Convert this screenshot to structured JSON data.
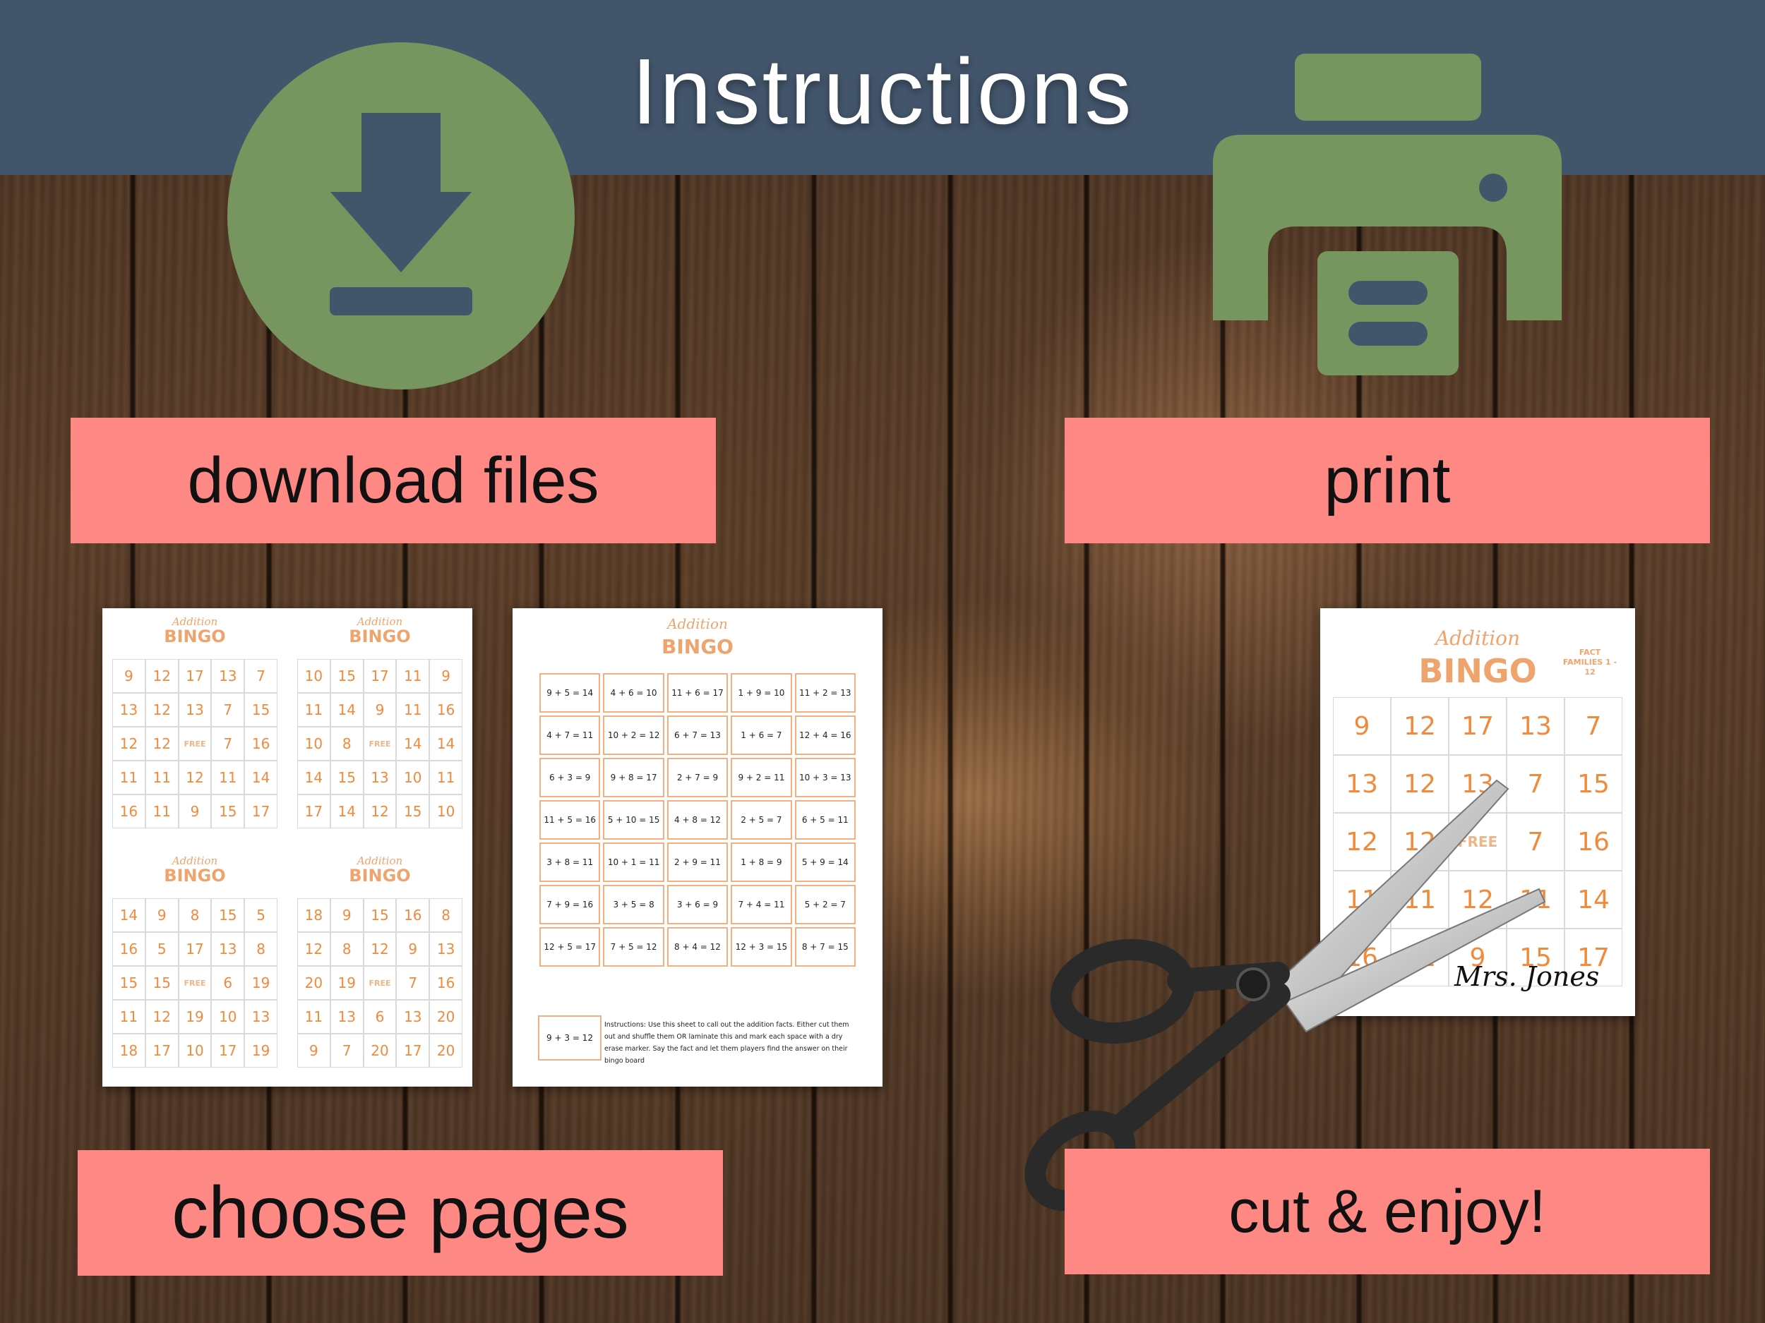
{
  "header": {
    "title": "Instructions"
  },
  "steps": [
    {
      "label": "download files",
      "icon": "download-icon"
    },
    {
      "label": "print",
      "icon": "printer-icon"
    },
    {
      "label": "choose pages",
      "icon": "bingo-sheets"
    },
    {
      "label": "cut & enjoy!",
      "icon": "scissors-icon"
    }
  ],
  "colors": {
    "header": "#43556b",
    "icon_green": "#76955f",
    "label_bg": "#fe8883",
    "bingo_orange": "#f08a3c"
  },
  "bingo": {
    "script_word": "Addition",
    "word": "BINGO",
    "house_text": "FACT FAMILIES 1 - 12",
    "free": "FREE",
    "cards": [
      [
        [
          "9",
          "12",
          "17",
          "13",
          "7"
        ],
        [
          "13",
          "12",
          "13",
          "7",
          "15"
        ],
        [
          "12",
          "12",
          "FREE",
          "7",
          "16"
        ],
        [
          "11",
          "11",
          "12",
          "11",
          "14"
        ],
        [
          "16",
          "11",
          "9",
          "15",
          "17"
        ]
      ],
      [
        [
          "10",
          "15",
          "17",
          "11",
          "9"
        ],
        [
          "11",
          "14",
          "9",
          "11",
          "16"
        ],
        [
          "10",
          "8",
          "FREE",
          "14",
          "14"
        ],
        [
          "14",
          "15",
          "13",
          "10",
          "11"
        ],
        [
          "17",
          "14",
          "12",
          "15",
          "10"
        ]
      ],
      [
        [
          "14",
          "9",
          "8",
          "15",
          "5"
        ],
        [
          "16",
          "5",
          "17",
          "13",
          "8"
        ],
        [
          "15",
          "15",
          "FREE",
          "6",
          "19"
        ],
        [
          "11",
          "12",
          "19",
          "10",
          "13"
        ],
        [
          "18",
          "17",
          "10",
          "17",
          "19"
        ]
      ],
      [
        [
          "18",
          "9",
          "15",
          "16",
          "8"
        ],
        [
          "12",
          "8",
          "12",
          "9",
          "13"
        ],
        [
          "20",
          "19",
          "FREE",
          "7",
          "16"
        ],
        [
          "11",
          "13",
          "6",
          "13",
          "20"
        ],
        [
          "9",
          "7",
          "20",
          "17",
          "20"
        ]
      ]
    ],
    "calls": [
      [
        "9 + 5 = 14",
        "4 + 6 = 10",
        "11 + 6 = 17",
        "1 + 9 = 10",
        "11 + 2 = 13"
      ],
      [
        "4 + 7 = 11",
        "10 + 2 = 12",
        "6 + 7 = 13",
        "1 + 6 = 7",
        "12 + 4 = 16"
      ],
      [
        "6 + 3 = 9",
        "9 + 8 = 17",
        "2 + 7 = 9",
        "9 + 2 = 11",
        "10 + 3 = 13"
      ],
      [
        "11 + 5 = 16",
        "5 + 10 = 15",
        "4 + 8 = 12",
        "2 + 5 = 7",
        "6 + 5 = 11"
      ],
      [
        "3 + 8 = 11",
        "10 + 1 = 11",
        "2 + 9 = 11",
        "1 + 8 = 9",
        "5 + 9 = 14"
      ],
      [
        "7 + 9 = 16",
        "3 + 5 = 8",
        "3 + 6 = 9",
        "7 + 4 = 11",
        "5 + 2 = 7"
      ],
      [
        "12 + 5 = 17",
        "7 + 5 = 12",
        "8 + 4 = 12",
        "12 + 3 = 15",
        "8 + 7 = 15"
      ]
    ],
    "last_call": "9 + 3 = 12",
    "instructions_text": "Instructions: Use this sheet to call out the addition facts. Either cut them out and shuffle them OR laminate this and mark each space with a dry erase marker. Say the fact and let them players find the answer on their bingo board"
  },
  "signature": "Mrs. Jones"
}
